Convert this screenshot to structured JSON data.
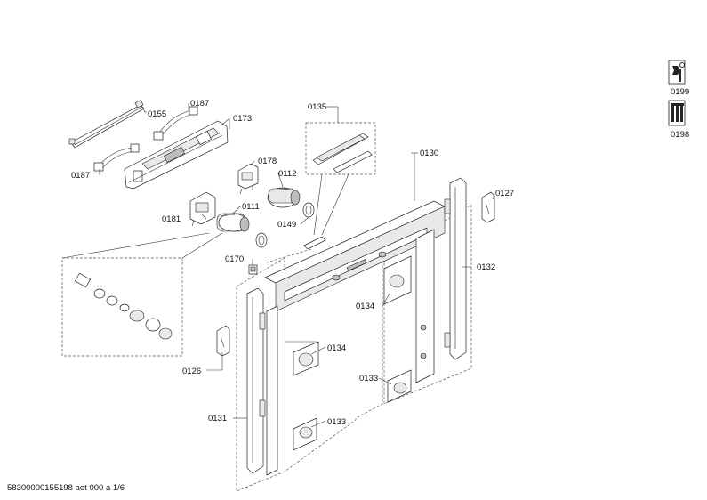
{
  "labels": {
    "p0155": "0155",
    "p0187a": "0187",
    "p0173": "0173",
    "p0187b": "0187",
    "p0178": "0178",
    "p0112": "0112",
    "p0181": "0181",
    "p0111": "0111",
    "p0149": "0149",
    "p0170": "0170",
    "p0135": "0135",
    "p0130": "0130",
    "p0127": "0127",
    "p0132": "0132",
    "p0134a": "0134",
    "p0134b": "0134",
    "p0133a": "0133",
    "p0133b": "0133",
    "p0126": "0126",
    "p0131": "0131",
    "p0199": "0199",
    "p0198": "0198"
  },
  "footer": "58300000155198 aet 000 a 1/6"
}
